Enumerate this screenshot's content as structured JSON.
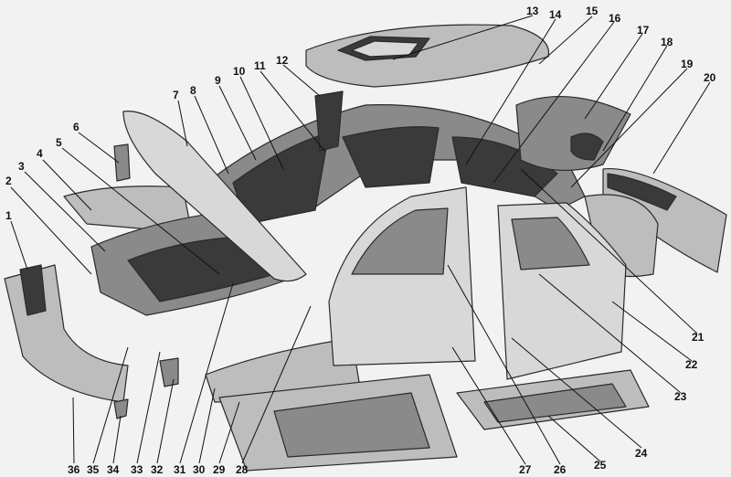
{
  "labels": [
    "1",
    "2",
    "3",
    "4",
    "5",
    "6",
    "7",
    "8",
    "9",
    "10",
    "11",
    "12",
    "13",
    "14",
    "15",
    "16",
    "17",
    "18",
    "19",
    "20",
    "21",
    "22",
    "23",
    "24",
    "25",
    "26",
    "27",
    "28",
    "29",
    "30",
    "31",
    "32",
    "33",
    "34",
    "35",
    "36"
  ]
}
